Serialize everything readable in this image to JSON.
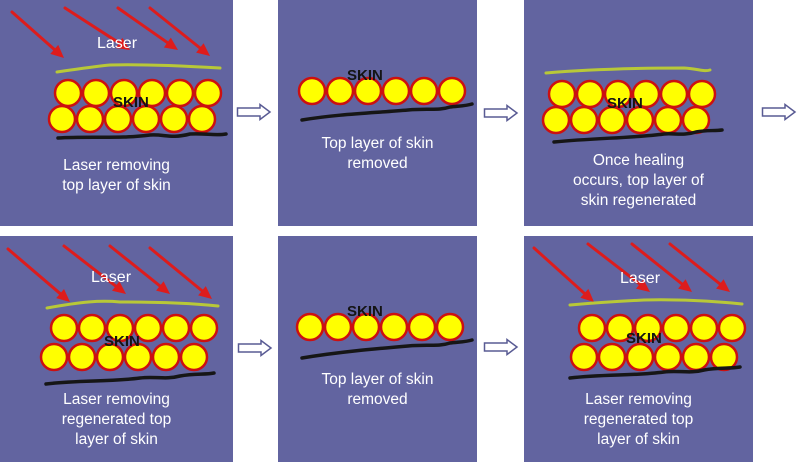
{
  "colors": {
    "panel": "#6264a0",
    "cell_fill": "#ffff00",
    "cell_outline": "#cc1010",
    "laser": "#dd1c1c",
    "top_layer_line": "#b8c838",
    "base_line": "#161616",
    "caption_text": "#ffffff",
    "flow_arrow": "#ffffff"
  },
  "icons": {
    "flow_arrow": "right-arrow-icon",
    "laser": "laser-beam-icon",
    "cell": "skin-cell"
  },
  "terms": {
    "laser": "Laser",
    "skin": "SKIN"
  },
  "panels": [
    {
      "stage": "laser",
      "caption": [
        "Laser removing",
        "top layer of skin"
      ]
    },
    {
      "stage": "removed",
      "caption": [
        "Top layer of skin",
        "removed"
      ]
    },
    {
      "stage": "regenerated",
      "caption": [
        "Once healing",
        "occurs, top layer of",
        "skin regenerated"
      ]
    },
    {
      "stage": "laser",
      "caption": [
        "Laser removing",
        "regenerated top",
        "layer of skin"
      ]
    },
    {
      "stage": "removed",
      "caption": [
        "Top layer of skin",
        "removed"
      ]
    },
    {
      "stage": "laser",
      "caption": [
        "Laser removing",
        "regenerated top",
        "layer of skin"
      ]
    }
  ]
}
